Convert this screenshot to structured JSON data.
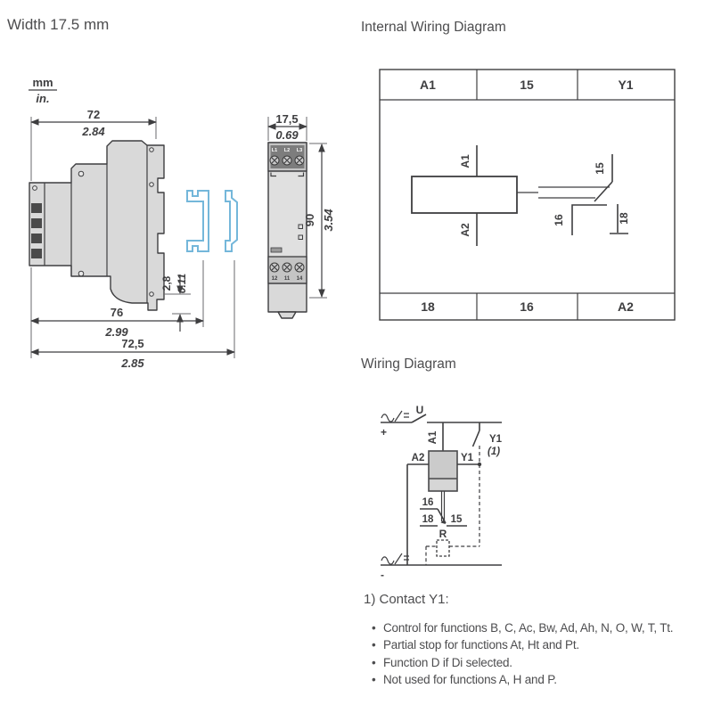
{
  "page": {
    "title": "Width 17.5 mm"
  },
  "units": {
    "mm": "mm",
    "in": "in."
  },
  "dimensions": {
    "side": {
      "width_mm": "72",
      "width_in": "2.84",
      "offset_mm": "2,8",
      "offset_in": "0.11",
      "depth1_mm": "76",
      "depth1_in": "2.99",
      "depth2_mm": "72,5",
      "depth2_in": "2.85"
    },
    "front": {
      "width_mm": "17,5",
      "width_in": "0.69",
      "height_mm": "90",
      "height_in": "3.54",
      "top_terminals": [
        "L1",
        "L2",
        "L3"
      ],
      "bottom_terminals": [
        "12",
        "11",
        "14"
      ]
    }
  },
  "internal_wiring": {
    "title": "Internal Wiring Diagram",
    "top_row": [
      "A1",
      "15",
      "Y1"
    ],
    "bottom_row": [
      "18",
      "16",
      "A2"
    ],
    "coil_top": "A1",
    "coil_bottom": "A2",
    "contact_common": "15",
    "contact_nc": "16",
    "contact_no": "18"
  },
  "wiring": {
    "title": "Wiring Diagram",
    "plus": "+",
    "minus": "-",
    "switch": "U",
    "a1": "A1",
    "a2": "A2",
    "y1_terminal": "Y1",
    "y1_contact": "Y1",
    "y1_ref": "(1)",
    "t16": "16",
    "t18": "18",
    "t15": "15",
    "relay": "R"
  },
  "footnote": {
    "heading": "1) Contact Y1:",
    "bullets": [
      "Control for functions B, C, Ac, Bw, Ad, Ah, N, O, W, T, Tt.",
      "Partial stop for functions At, Ht and Pt.",
      "Function D if  Di selected.",
      "Not used for functions A, H and P."
    ]
  },
  "colors": {
    "text": "#4d4d4f",
    "line": "#3e3e40",
    "body_fill": "#d9d9d9",
    "panel_dark": "#7d7d7d",
    "rail_blue": "#74b7da",
    "coil_fill": "#cbcbcb"
  }
}
